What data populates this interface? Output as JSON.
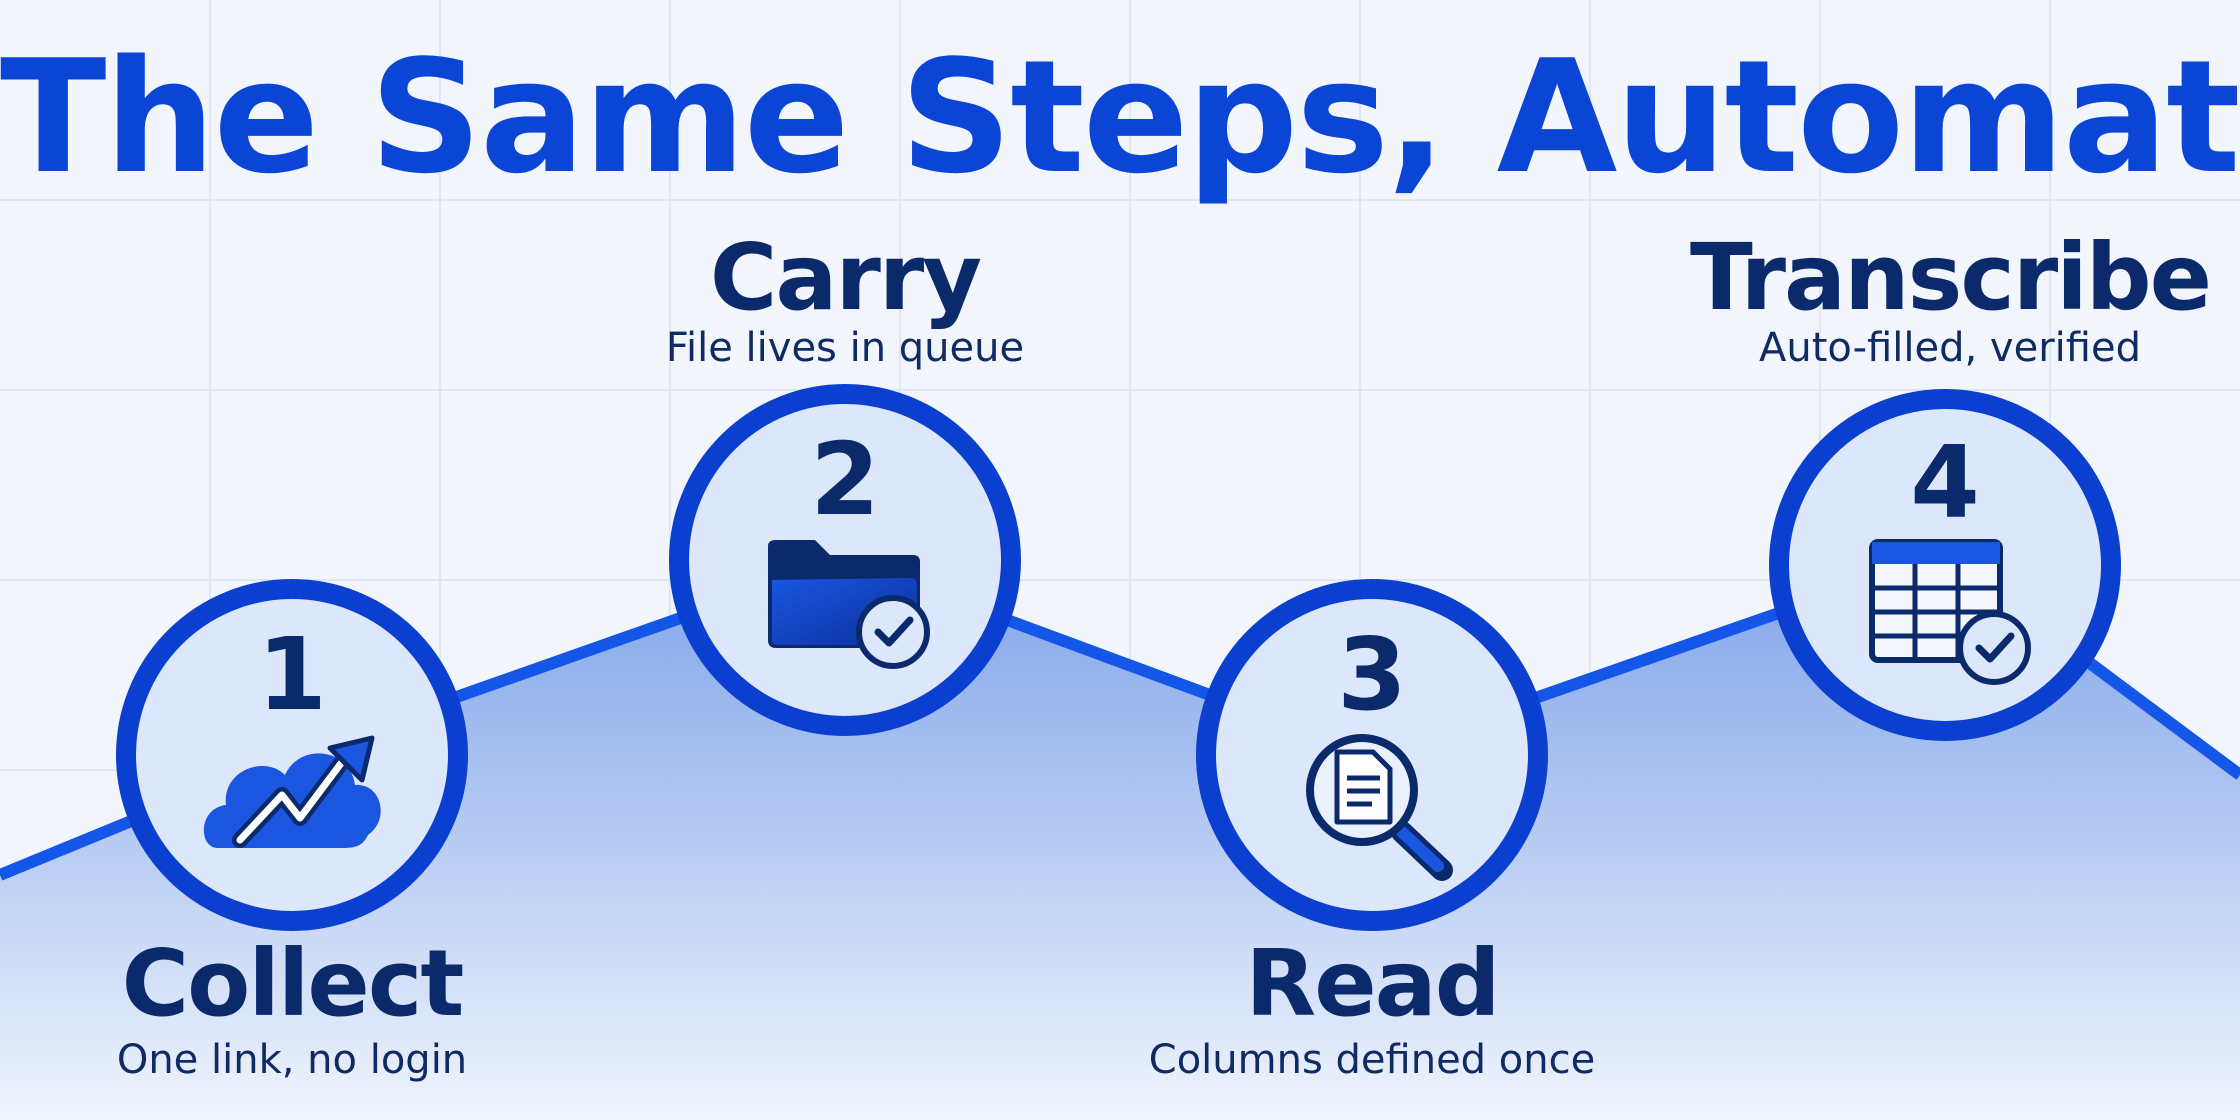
{
  "title": "The Same Steps, Automated",
  "colors": {
    "accent": "#0a45d6",
    "line": "#1456e8",
    "ring": "#0a3fd0",
    "circle_fill": "#dce7fb",
    "text_dark": "#0b2a6b"
  },
  "steps": [
    {
      "number": "1",
      "name": "Collect",
      "desc": "One link, no login",
      "icon": "cloud-chart-icon"
    },
    {
      "number": "2",
      "name": "Carry",
      "desc": "File lives in queue",
      "icon": "folder-check-icon"
    },
    {
      "number": "3",
      "name": "Read",
      "desc": "Columns defined once",
      "icon": "document-search-icon"
    },
    {
      "number": "4",
      "name": "Transcribe",
      "desc": "Auto-filled, verified",
      "icon": "table-check-icon"
    }
  ]
}
